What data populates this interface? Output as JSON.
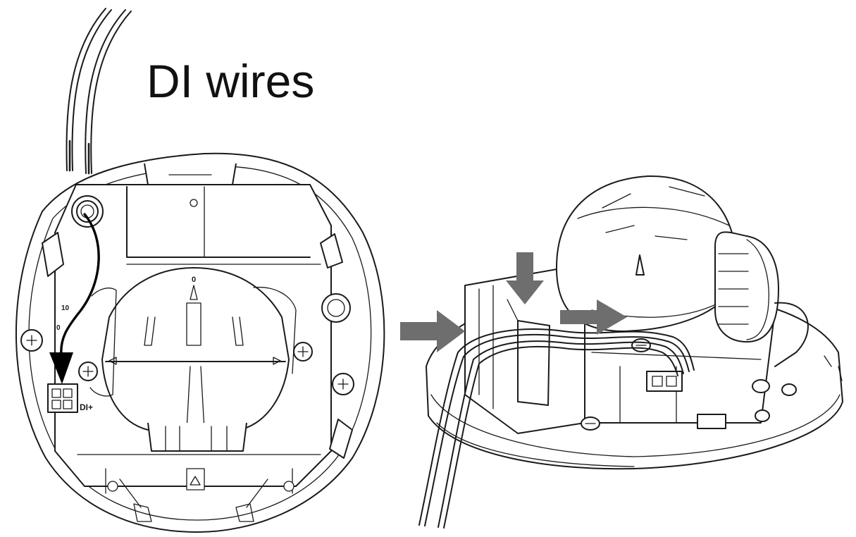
{
  "title": "DI wires",
  "board_label": "DI+",
  "dial_marks": [
    "10",
    "0"
  ],
  "colors": {
    "line": "#1a1a1a",
    "arrow_gray": "#6e6e6e",
    "background": "#ffffff"
  }
}
